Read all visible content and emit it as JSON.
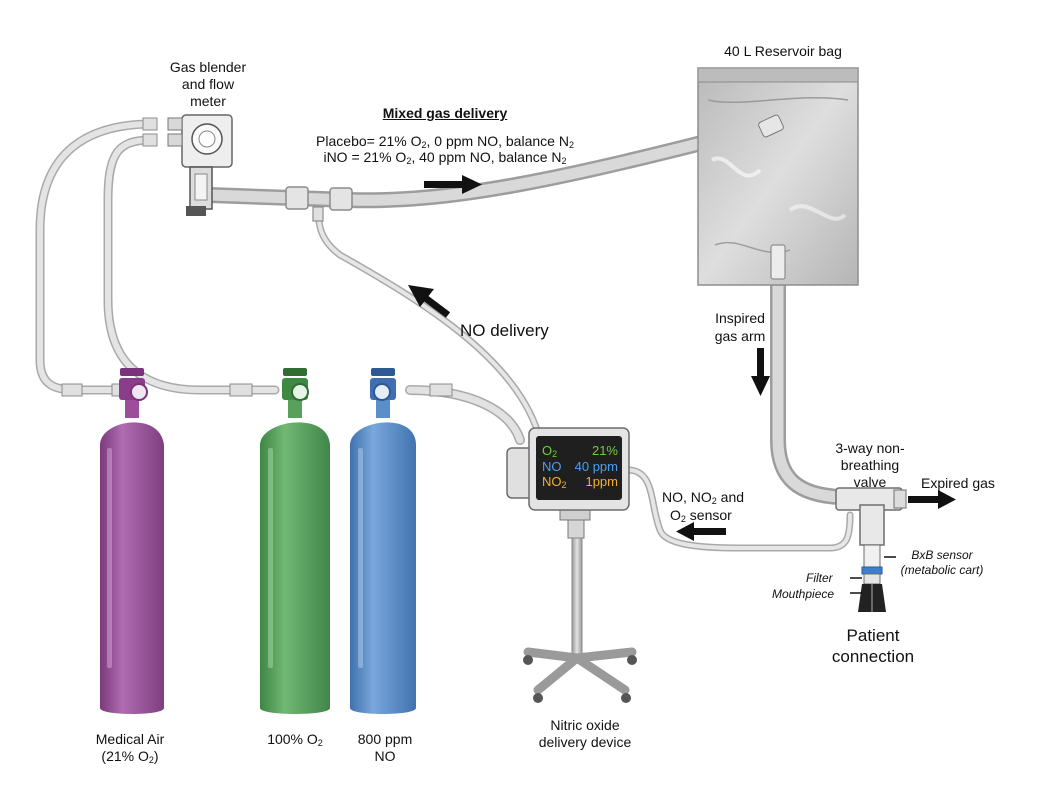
{
  "labels": {
    "blender_l1": "Gas blender",
    "blender_l2": "and flow",
    "blender_l3": "meter",
    "reservoir": "40 L Reservoir bag",
    "mixed_title": "Mixed gas delivery",
    "placebo_pre": "Placebo= 21% O",
    "placebo_post": ", 0 ppm NO, balance N",
    "ino_pre": "iNO = 21% O",
    "ino_post": ", 40 ppm NO, balance N",
    "sub2": "2",
    "no_delivery": "NO delivery",
    "inspired_l1": "Inspired",
    "inspired_l2": "gas arm",
    "valve_l1": "3-way non-",
    "valve_l2": "breathing",
    "valve_l3": "valve",
    "expired": "Expired gas",
    "sensor_l1_pre": "NO, NO",
    "sensor_l1_post": " and",
    "sensor_l2_pre": "O",
    "sensor_l2_post": " sensor",
    "bxb_l1": "BxB sensor",
    "bxb_l2": "(metabolic cart)",
    "filter": "Filter",
    "mouthpiece": "Mouthpiece",
    "patient_l1": "Patient",
    "patient_l2": "connection",
    "nitric_l1": "Nitric oxide",
    "nitric_l2": "delivery device",
    "air_l1": "Medical Air",
    "air_l2_pre": "(21% O",
    "air_l2_post": ")",
    "o2_pre": "100% O",
    "no_l1": "800 ppm",
    "no_l2": "NO"
  },
  "screen": {
    "o2_label": "O",
    "o2_value": "21%",
    "no_label": "NO",
    "no_value": "40 ppm",
    "no2_label": "NO",
    "no2_value": "1ppm"
  },
  "colors": {
    "cylinder_air": "#9b4f9b",
    "cylinder_o2": "#57a15a",
    "cylinder_no": "#5b8fc9",
    "screen_o2": "#6fcf3f",
    "screen_no": "#4a9ff0",
    "screen_no2": "#f0b030",
    "tube": "#d4d4d4",
    "bag": "#c4c4c4"
  }
}
